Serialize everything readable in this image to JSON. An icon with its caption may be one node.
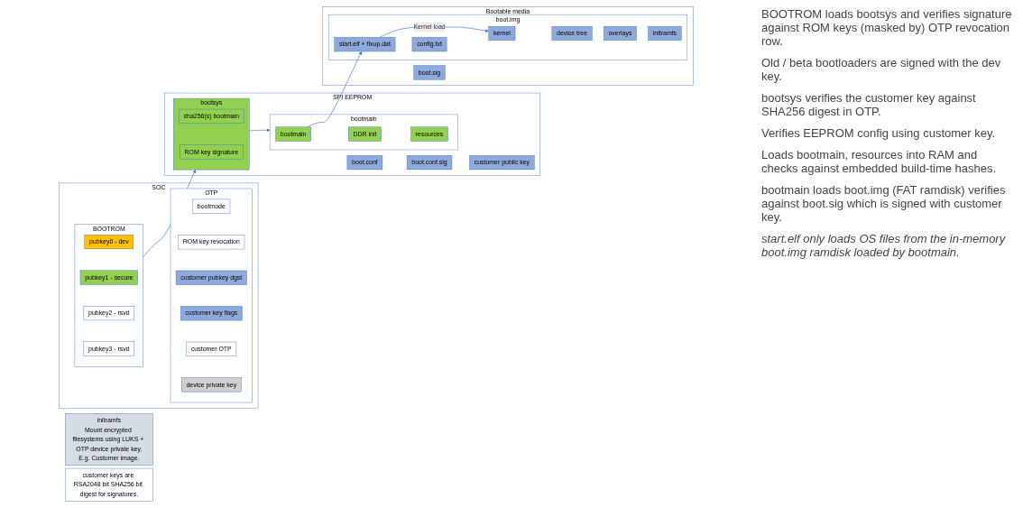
{
  "diagram": {
    "nodes": [
      {
        "text": [
          "SOC"
        ]
      },
      {
        "text": [
          "BOOTROM"
        ],
        "in": 0
      },
      {
        "text": [
          "pubkey0 - dev"
        ],
        "in": 1
      },
      {
        "text": [
          "pubkey1 - secure"
        ],
        "in": 1
      },
      {
        "text": [
          "pubkey2 - rsvd"
        ],
        "in": 1
      },
      {
        "text": [
          "pubkey3 - rsvd"
        ],
        "in": 1
      },
      {
        "text": [
          "OTP"
        ],
        "in": 0
      },
      {
        "text": [
          "bootmode"
        ],
        "in": 6
      },
      {
        "text": [
          "ROM key revocation"
        ],
        "in": 6
      },
      {
        "text": [
          "customer pubkey dgst"
        ],
        "in": 6
      },
      {
        "text": [
          "customer key flags"
        ],
        "in": 6
      },
      {
        "text": [
          "customer OTP"
        ],
        "in": 6
      },
      {
        "text": [
          "device private key"
        ],
        "in": 6
      },
      {
        "text": [
          "SPI EEPROM"
        ]
      },
      {
        "text": [
          "bootsys"
        ],
        "in": 13
      },
      {
        "text": [
          "sha256(s) bootmain"
        ],
        "in": 14
      },
      {
        "text": [
          "ROM key signature"
        ],
        "in": 14
      },
      {
        "text": [
          "bootmain"
        ],
        "in": 13
      },
      {
        "text": [
          "bootmain"
        ],
        "in": 17
      },
      {
        "text": [
          "DDR init"
        ],
        "in": 17
      },
      {
        "text": [
          "resources"
        ],
        "in": 17
      },
      {
        "text": [
          "boot.conf"
        ],
        "in": 13
      },
      {
        "text": [
          "boot.conf.sig"
        ],
        "in": 13
      },
      {
        "text": [
          "customer public key"
        ],
        "in": 13
      },
      {
        "text": [
          "Bootable media"
        ]
      },
      {
        "text": [
          "boot.img"
        ],
        "in": 24
      },
      {
        "text": [
          "start.elf + fixup.dat"
        ],
        "in": 25
      },
      {
        "text": [
          "config.txt"
        ],
        "in": 25
      },
      {
        "text": [
          "kernel"
        ],
        "in": 25
      },
      {
        "text": [
          "device tree"
        ],
        "in": 25
      },
      {
        "text": [
          "overlays"
        ],
        "in": 25
      },
      {
        "text": [
          "initramfs"
        ],
        "in": 25
      },
      {
        "text": [
          "boot.sig"
        ],
        "in": 24
      },
      {
        "text": [
          "initramfs",
          "Mount encrypted filesystems using LUKS + OTP device private key.",
          "E.g. Customer image."
        ]
      },
      {
        "text": [
          "customer keys are RSA2048 bit SHA256 bit digest for signatures."
        ]
      }
    ],
    "edges": [
      {
        "from": 1,
        "to": 14,
        "arrow": "to"
      },
      {
        "from": 14,
        "to": 17,
        "arrow": "to"
      },
      {
        "from": 18,
        "to": 26,
        "arrow": "to"
      },
      {
        "from": 26,
        "to": 28,
        "arrow": "to",
        "label": "Kernel load"
      }
    ],
    "labels": [
      "BOOTROM loads bootsys and verifies signature against ROM keys (masked by) OTP revocation row.",
      "Old / beta bootloaders are signed with the dev key.",
      "bootsys verifies the customer key against SHA256 digest in OTP.",
      "Verifies EEPROM config using customer key.",
      "Loads bootmain, resources into RAM and checks against embedded build-time hashes.",
      "bootmain loads boot.img (FAT ramdisk) verifies against boot.sig which is signed with customer key.",
      "start.elf only loads OS files from the in-memory boot.img ramdisk loaded by bootmain."
    ]
  }
}
